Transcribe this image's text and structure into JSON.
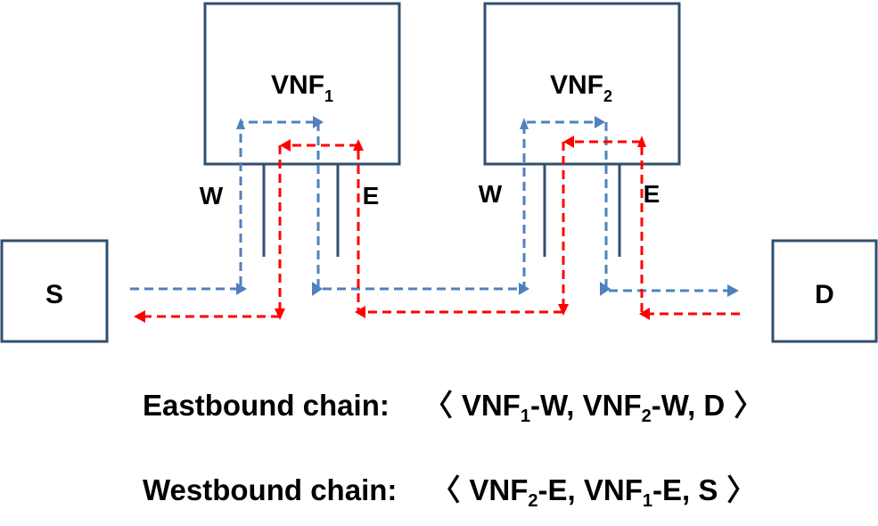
{
  "colors": {
    "box_border": "#2f4f6f",
    "eastbound_path": "#4f81bd",
    "westbound_path": "#ff0000",
    "text": "#000000"
  },
  "nodes": {
    "source": "S",
    "destination": "D",
    "vnf1": {
      "name": "VNF",
      "index": "1",
      "west_port": "W",
      "east_port": "E"
    },
    "vnf2": {
      "name": "VNF",
      "index": "2",
      "west_port": "W",
      "east_port": "E"
    }
  },
  "eastbound": {
    "label": "Eastbound chain:",
    "open": "〈",
    "close": "〉",
    "items": [
      {
        "name": "VNF",
        "index": "1",
        "suffix": "-W,"
      },
      {
        "name": "VNF",
        "index": "2",
        "suffix": "-W,"
      },
      {
        "name": "D",
        "index": "",
        "suffix": ""
      }
    ]
  },
  "westbound": {
    "label": "Westbound chain:",
    "open": "〈",
    "close": "〉",
    "items": [
      {
        "name": "VNF",
        "index": "2",
        "suffix": "-E,"
      },
      {
        "name": "VNF",
        "index": "1",
        "suffix": "-E,"
      },
      {
        "name": "S",
        "index": "",
        "suffix": ""
      }
    ]
  }
}
